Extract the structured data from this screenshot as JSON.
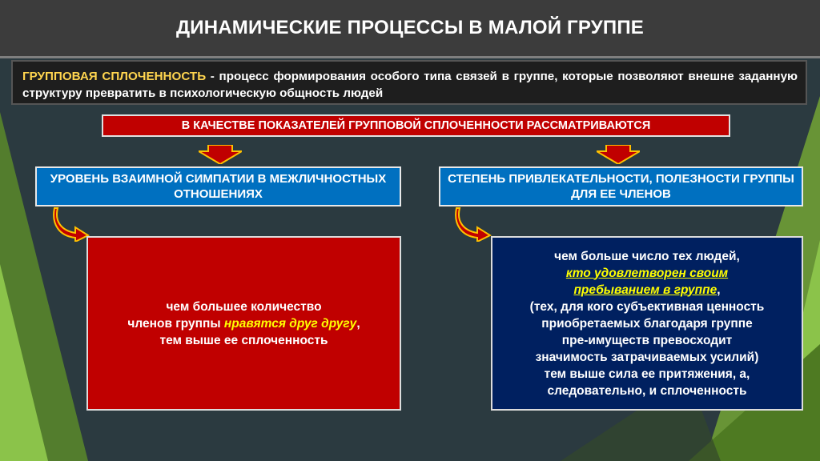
{
  "title": "ДИНАМИЧЕСКИЕ ПРОЦЕССЫ В МАЛОЙ ГРУППЕ",
  "definition": {
    "term": "ГРУППОВАЯ СПЛОЧЕННОСТЬ",
    "text": " - процесс формирования особого типа связей в группе, которые позволяют внешне заданную структуру превратить в психологическую общность людей"
  },
  "indicators_header": "В КАЧЕСТВЕ ПОКАЗАТЕЛЕЙ ГРУППОВОЙ СПЛОЧЕННОСТИ РАССМАТРИВАЮТСЯ",
  "left": {
    "heading": "УРОВЕНЬ ВЗАИМНОЙ СИМПАТИИ В МЕЖЛИЧНОСТНЫХ ОТНОШЕНИЯХ",
    "line1": "чем большее количество",
    "line2_before": "членов группы ",
    "line2_highlight": "нравятся друг другу",
    "line2_after": ",",
    "line3": "тем выше ее сплоченность"
  },
  "right": {
    "heading": "СТЕПЕНЬ ПРИВЛЕКАТЕЛЬНОСТИ, ПОЛЕЗНОСТИ ГРУППЫ ДЛЯ ЕЕ ЧЛЕНОВ",
    "line1": "чем больше число тех людей,",
    "highlight1": "кто удовлетворен своим",
    "highlight2": "пребыванием в группе",
    "highlight2_after": ",",
    "line4": "(тех, для кого субъективная ценность",
    "line5": "приобретаемых благодаря группе",
    "line6": "пре-имуществ превосходит",
    "line7": "значимость затрачиваемых усилий)",
    "line8": "тем выше сила ее притяжения, а,",
    "line9": "следовательно, и сплоченность"
  },
  "colors": {
    "accent_red": "#c00000",
    "accent_blue": "#0070c0",
    "accent_navy": "#002060",
    "highlight_yellow": "#ffff00",
    "green_stripes": "#8bc34a"
  }
}
